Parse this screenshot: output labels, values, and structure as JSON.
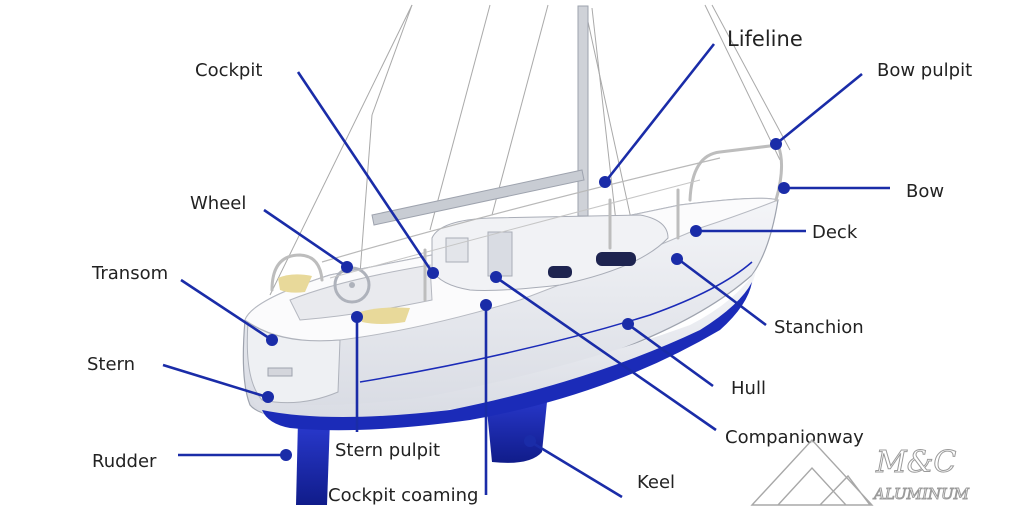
{
  "labels": {
    "cockpit": "Cockpit",
    "lifeline": "Lifeline",
    "bow_pulpit": "Bow pulpit",
    "bow": "Bow",
    "wheel": "Wheel",
    "deck": "Deck",
    "transom": "Transom",
    "stanchion": "Stanchion",
    "stern": "Stern",
    "hull": "Hull",
    "rudder": "Rudder",
    "stern_pulpit": "Stern pulpit",
    "companionway": "Companionway",
    "keel": "Keel",
    "cockpit_coaming": "Cockpit coaming"
  },
  "logo": {
    "line1": "M&C",
    "line2": "ALUMINUM"
  },
  "colors": {
    "accent": "#1a2ca8",
    "hull_stripe": "#1b2bb8"
  }
}
